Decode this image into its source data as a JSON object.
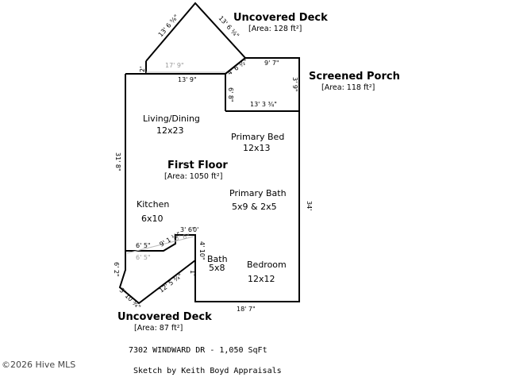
{
  "floor": {
    "title": "First Floor",
    "area": "[Area: 1050 ft²]"
  },
  "decks": {
    "upper_title": "Uncovered Deck",
    "upper_area": "[Area: 128 ft²]",
    "porch_title": "Screened Porch",
    "porch_area": "[Area: 118 ft²]",
    "lower_title": "Uncovered Deck",
    "lower_area": "[Area: 87 ft²]"
  },
  "rooms": {
    "living": "Living/Dining",
    "living_size": "12x23",
    "primary_bed": "Primary Bed",
    "primary_bed_size": "12x13",
    "primary_bath": "Primary Bath",
    "primary_bath_size": "5x9 & 2x5",
    "kitchen": "Kitchen",
    "kitchen_size": "6x10",
    "bath": "Bath",
    "bath_size": "5x8",
    "bedroom": "Bedroom",
    "bedroom_size": "12x12"
  },
  "dimensions": {
    "d_17_9": "17' 9\"",
    "d_13_9": "13' 9\"",
    "d_13_6a": "13' 6 ⅝\"",
    "d_13_6b": "13' 6 ¼\"",
    "d_2": "2'",
    "d_4_6": "4' 6 ½\"",
    "d_9_7": "9' 7\"",
    "d_3_9": "3' 9\"",
    "d_6_8": "6' 8\"",
    "d_13_3": "13' 3 ¾\"",
    "d_31_8": "31' 8\"",
    "d_34": "34'",
    "d_6_5": "6' 5\"",
    "d_6_5_ghost": "6' 5\"",
    "d_3_6": "3' 6\"",
    "d_0": "0'",
    "d_4_10": "4' 10\"",
    "d_small_a": "9' 1 ⅛\"",
    "d_small_b": "3' 6\"",
    "d_2_1": "1'",
    "d_6_2": "6' 2\"",
    "d_3_10": "3' 10 ¾\"",
    "d_12_5": "12' 5 ¾\"",
    "d_18_7": "18' 7\""
  },
  "footer": {
    "address": "7302 WINDWARD DR - 1,050 SqFt",
    "credit": "Sketch by Keith Boyd Appraisals"
  },
  "watermark": "©2026 Hive MLS"
}
